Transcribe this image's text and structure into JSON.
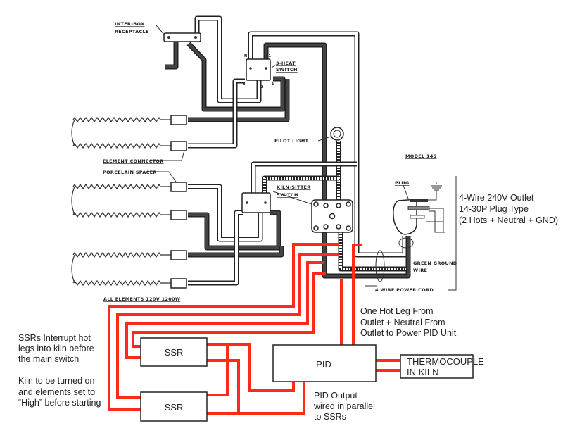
{
  "kiln_labels": {
    "inter_box_receptacle": [
      "INTER-BOX",
      "RECEPTACLE"
    ],
    "three_heat_switch": [
      "3-HEAT",
      "SWITCH"
    ],
    "pilot_light": "PILOT LIGHT",
    "element_connector": "ELEMENT CONNECTOR",
    "porcelain_spacer": "PORCELAIN SPACER",
    "kiln_sitter_switch": [
      "KILN-SITTER",
      "SWITCH"
    ],
    "model": "MODEL 145",
    "plug": "PLUG",
    "green_ground_wire": [
      "GREEN GROUND",
      "WIRE"
    ],
    "power_cord": "4 WIRE POWER CORD",
    "all_elements": "ALL ELEMENTS  120V  1200W",
    "switch_terminals": [
      "N",
      "L1",
      "3",
      "2",
      "1"
    ]
  },
  "annotations": {
    "outlet": [
      "4-Wire 240V Outlet",
      "14-30P Plug Type",
      "(2 Hots + Neutral + GND)"
    ],
    "pid_power": [
      "One Hot Leg From",
      "Outlet + Neutral From",
      "Outlet to Power PID Unit"
    ],
    "ssr_note": [
      "SSRs Interrupt hot",
      "legs into kiln before",
      "the main switch"
    ],
    "kiln_note": [
      "Kiln to be turned on",
      "and elements set to",
      "“High” before starting"
    ],
    "pid_output": [
      "PID Output",
      "wired in parallel",
      "to SSRs"
    ]
  },
  "boxes": {
    "ssr1": "SSR",
    "ssr2": "SSR",
    "pid": "PID",
    "thermocouple": [
      "THERMOCOUPLE",
      "IN KILN"
    ]
  },
  "colors": {
    "added_wiring": "#ff2a1a",
    "original_diagram": "#222222"
  }
}
